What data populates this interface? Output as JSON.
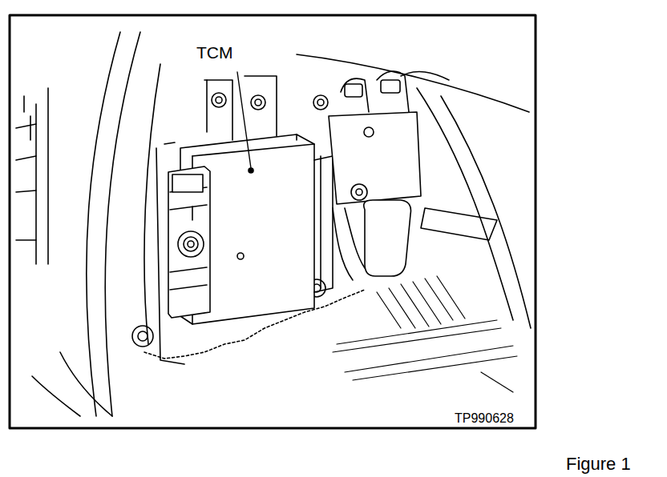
{
  "diagram": {
    "labels": [
      "TCM",
      "TP990628",
      "Figure 1"
    ]
  }
}
